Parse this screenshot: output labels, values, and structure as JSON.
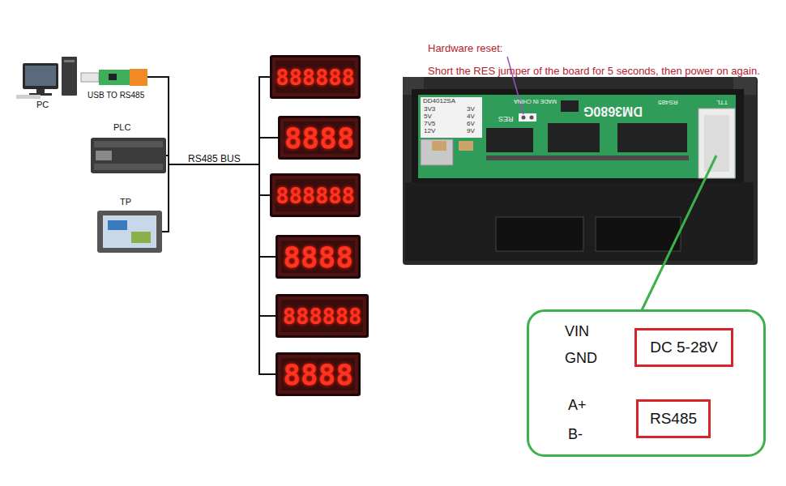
{
  "diagram": {
    "nodes": [
      {
        "text": [
          "PC"
        ]
      },
      {
        "text": [
          "USB TO RS485"
        ]
      },
      {
        "text": [
          "PLC"
        ]
      },
      {
        "text": [
          "TP"
        ]
      },
      {
        "text": [
          "888888"
        ]
      },
      {
        "text": [
          "8888"
        ]
      },
      {
        "text": [
          "888888"
        ]
      },
      {
        "text": [
          "8888"
        ]
      },
      {
        "text": [
          "888888"
        ]
      },
      {
        "text": [
          "8888"
        ]
      },
      {
        "text": [
          "VIN",
          "GND",
          "A+",
          "B-"
        ]
      },
      {
        "text": [
          "DC 5-28V"
        ],
        "in": 10
      },
      {
        "text": [
          "RS485"
        ],
        "in": 10
      }
    ],
    "edges": [
      {
        "from": 1,
        "to": 4,
        "arrow": "none"
      },
      {
        "from": 1,
        "to": 5,
        "arrow": "none"
      },
      {
        "from": 1,
        "to": 6,
        "arrow": "none"
      },
      {
        "from": 1,
        "to": 7,
        "arrow": "none"
      },
      {
        "from": 1,
        "to": 8,
        "arrow": "none"
      },
      {
        "from": 1,
        "to": 9,
        "arrow": "none"
      },
      {
        "from": 2,
        "to": 4,
        "arrow": "none"
      },
      {
        "from": 2,
        "to": 5,
        "arrow": "none"
      },
      {
        "from": 2,
        "to": 6,
        "arrow": "none"
      },
      {
        "from": 2,
        "to": 7,
        "arrow": "none"
      },
      {
        "from": 2,
        "to": 8,
        "arrow": "none"
      },
      {
        "from": 2,
        "to": 9,
        "arrow": "none"
      },
      {
        "from": 3,
        "to": 4,
        "arrow": "none"
      },
      {
        "from": 3,
        "to": 5,
        "arrow": "none"
      },
      {
        "from": 3,
        "to": 6,
        "arrow": "none"
      },
      {
        "from": 3,
        "to": 7,
        "arrow": "none"
      },
      {
        "from": 3,
        "to": 8,
        "arrow": "none"
      },
      {
        "from": 3,
        "to": 9,
        "arrow": "none"
      }
    ],
    "labels": [
      "RS485 BUS",
      "Hardware reset:",
      "Short the RES jumper of the board for 5 seconds, then power on again.",
      "DD4012SA",
      "3V3",
      "5V",
      "7V5",
      "12V",
      "3V",
      "4V",
      "6V",
      "9V",
      "RES",
      "MADE IN CHINA",
      "DM3680G",
      "RS485",
      "TTL"
    ]
  }
}
